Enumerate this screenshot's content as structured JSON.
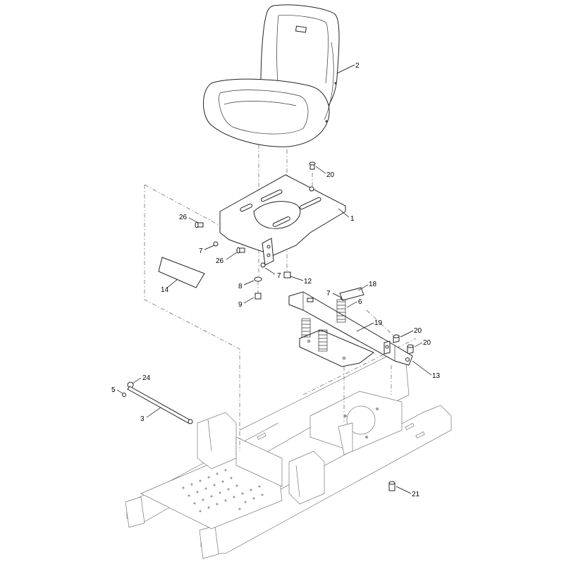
{
  "callouts": [
    {
      "id": "c2",
      "text": "2"
    },
    {
      "id": "c20a",
      "text": "20"
    },
    {
      "id": "c1",
      "text": "1"
    },
    {
      "id": "c26a",
      "text": "26"
    },
    {
      "id": "c7a",
      "text": "7"
    },
    {
      "id": "c26b",
      "text": "26"
    },
    {
      "id": "c7b",
      "text": "7"
    },
    {
      "id": "c8",
      "text": "8"
    },
    {
      "id": "c12",
      "text": "12"
    },
    {
      "id": "c14",
      "text": "14"
    },
    {
      "id": "c9",
      "text": "9"
    },
    {
      "id": "c7c",
      "text": "7"
    },
    {
      "id": "c18",
      "text": "18"
    },
    {
      "id": "c6",
      "text": "6"
    },
    {
      "id": "c19",
      "text": "19"
    },
    {
      "id": "c20b",
      "text": "20"
    },
    {
      "id": "c20c",
      "text": "20"
    },
    {
      "id": "c13",
      "text": "13"
    },
    {
      "id": "c24",
      "text": "24"
    },
    {
      "id": "c5",
      "text": "5"
    },
    {
      "id": "c3",
      "text": "3"
    },
    {
      "id": "c21",
      "text": "21"
    }
  ],
  "colors": {
    "line": "#222222",
    "ghost": "#777777",
    "background": "#ffffff"
  },
  "icons": {
    "seat": "seat-icon",
    "spring": "spring-icon",
    "bolt": "bolt-icon"
  }
}
